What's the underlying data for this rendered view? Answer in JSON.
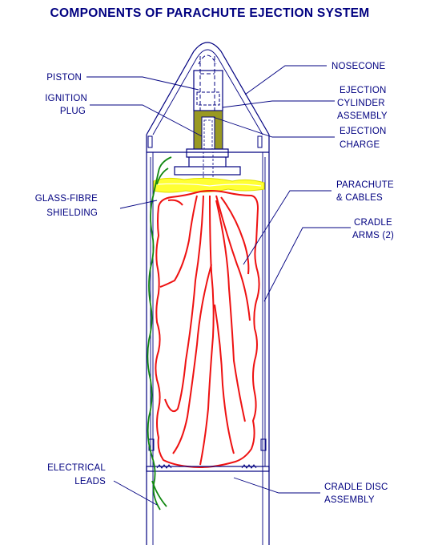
{
  "title": "COMPONENTS OF PARACHUTE EJECTION SYSTEM",
  "labels": {
    "piston": "PISTON",
    "ignition_plug": [
      "IGNITION",
      "PLUG"
    ],
    "glass_fibre": [
      "GLASS-FIBRE",
      "SHIELDING"
    ],
    "electrical_leads": [
      "ELECTRICAL",
      "LEADS"
    ],
    "nosecone": "NOSECONE",
    "ejection_cylinder": [
      "EJECTION",
      "CYLINDER",
      "ASSEMBLY"
    ],
    "ejection_charge": [
      "EJECTION",
      "CHARGE"
    ],
    "parachute": [
      "PARACHUTE",
      "& CABLES"
    ],
    "cradle_arms": [
      "CRADLE",
      "ARMS (2)"
    ],
    "cradle_disc": [
      "CRADLE DISC",
      "ASSEMBLY"
    ]
  },
  "colors": {
    "line": "#000080",
    "parachute": "#ee1111",
    "wire": "#118811",
    "shielding": "#ffff33",
    "charge": "#999922"
  }
}
